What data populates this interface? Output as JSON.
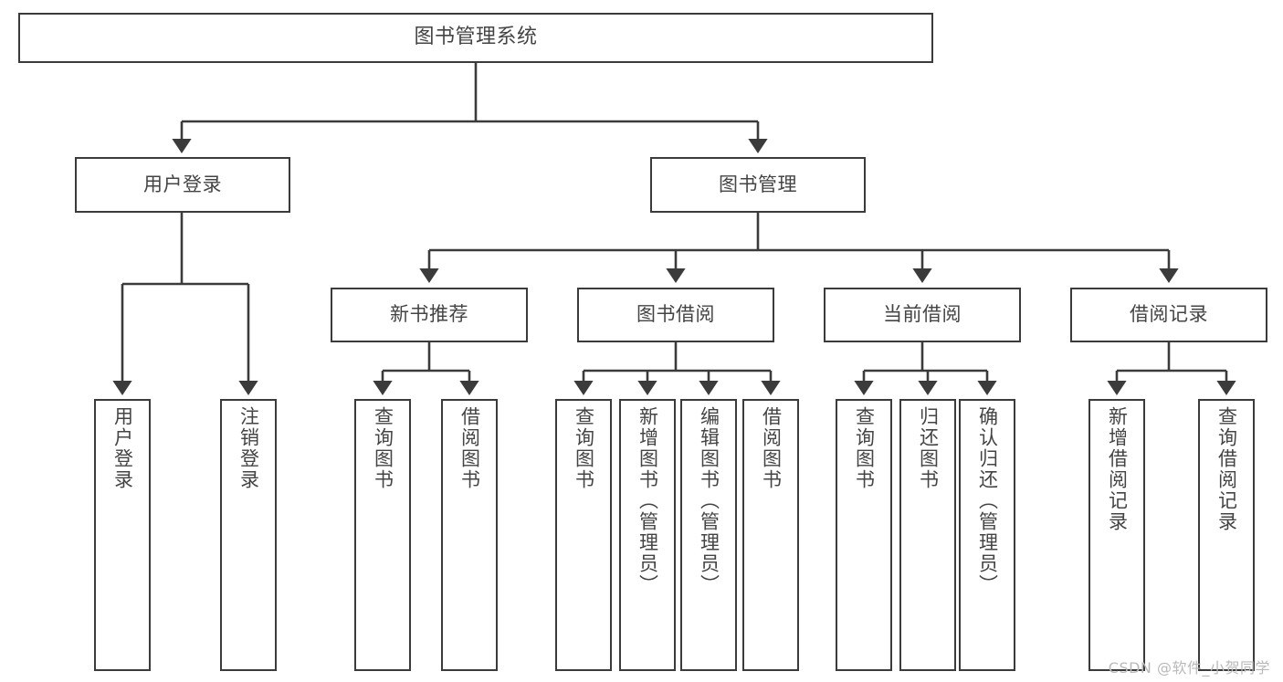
{
  "diagram": {
    "type": "tree",
    "orientation": "top-down",
    "title": "图书管理系统",
    "line_color": "#3b3b3b",
    "box_fill": "#ffffff",
    "text_color": "#444444",
    "root": {
      "id": "root",
      "label": "图书管理系统"
    },
    "level2": [
      {
        "id": "user-login",
        "label": "用户登录"
      },
      {
        "id": "book-manage",
        "label": "图书管理"
      }
    ],
    "level3": [
      {
        "id": "new-book-rec",
        "label": "新书推荐",
        "parent": "book-manage"
      },
      {
        "id": "book-borrow",
        "label": "图书借阅",
        "parent": "book-manage"
      },
      {
        "id": "current-borrow",
        "label": "当前借阅",
        "parent": "book-manage"
      },
      {
        "id": "borrow-record",
        "label": "借阅记录",
        "parent": "book-manage"
      }
    ],
    "leaves": [
      {
        "id": "leaf-user-login",
        "label": "用户登录",
        "parent": "user-login"
      },
      {
        "id": "leaf-user-logout",
        "label": "注销登录",
        "parent": "user-login"
      },
      {
        "id": "leaf-query-book-1",
        "label": "查询图书",
        "parent": "new-book-rec"
      },
      {
        "id": "leaf-borrow-book-1",
        "label": "借阅图书",
        "parent": "new-book-rec"
      },
      {
        "id": "leaf-query-book-2",
        "label": "查询图书",
        "parent": "book-borrow"
      },
      {
        "id": "leaf-add-book",
        "label": "新增图书（管理员）",
        "parent": "book-borrow"
      },
      {
        "id": "leaf-edit-book",
        "label": "编辑图书（管理员）",
        "parent": "book-borrow"
      },
      {
        "id": "leaf-borrow-book-2",
        "label": "借阅图书",
        "parent": "book-borrow"
      },
      {
        "id": "leaf-query-book-3",
        "label": "查询图书",
        "parent": "current-borrow"
      },
      {
        "id": "leaf-return-book",
        "label": "归还图书",
        "parent": "current-borrow"
      },
      {
        "id": "leaf-confirm-return",
        "label": "确认归还（管理员）",
        "parent": "current-borrow"
      },
      {
        "id": "leaf-add-record",
        "label": "新增借阅记录",
        "parent": "borrow-record"
      },
      {
        "id": "leaf-query-record",
        "label": "查询借阅记录",
        "parent": "borrow-record"
      }
    ]
  },
  "watermark": {
    "text": "CSDN @软件_小贺同学"
  }
}
